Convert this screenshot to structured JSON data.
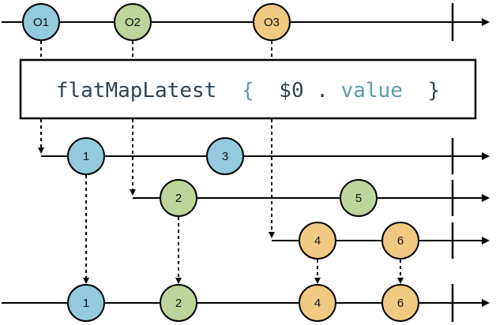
{
  "colors": {
    "blue": "#93cbdc",
    "green": "#bcd59a",
    "orange": "#f2c982",
    "line": "#000000",
    "code_text": "#2f4352",
    "code_accent": "#5f9aa6"
  },
  "operator": {
    "name": "flatMapLatest",
    "open_brace": "{",
    "param": "$0",
    "dot": ".",
    "property": "value",
    "close_brace": "}"
  },
  "source": [
    {
      "label": "O1",
      "color": "blue"
    },
    {
      "label": "O2",
      "color": "green"
    },
    {
      "label": "O3",
      "color": "orange"
    }
  ],
  "inner_streams": [
    {
      "color": "blue",
      "values": [
        "1",
        "3"
      ]
    },
    {
      "color": "green",
      "values": [
        "2",
        "5"
      ]
    },
    {
      "color": "orange",
      "values": [
        "4",
        "6"
      ]
    }
  ],
  "output": [
    {
      "label": "1",
      "color": "blue"
    },
    {
      "label": "2",
      "color": "green"
    },
    {
      "label": "4",
      "color": "orange"
    },
    {
      "label": "6",
      "color": "orange"
    }
  ]
}
